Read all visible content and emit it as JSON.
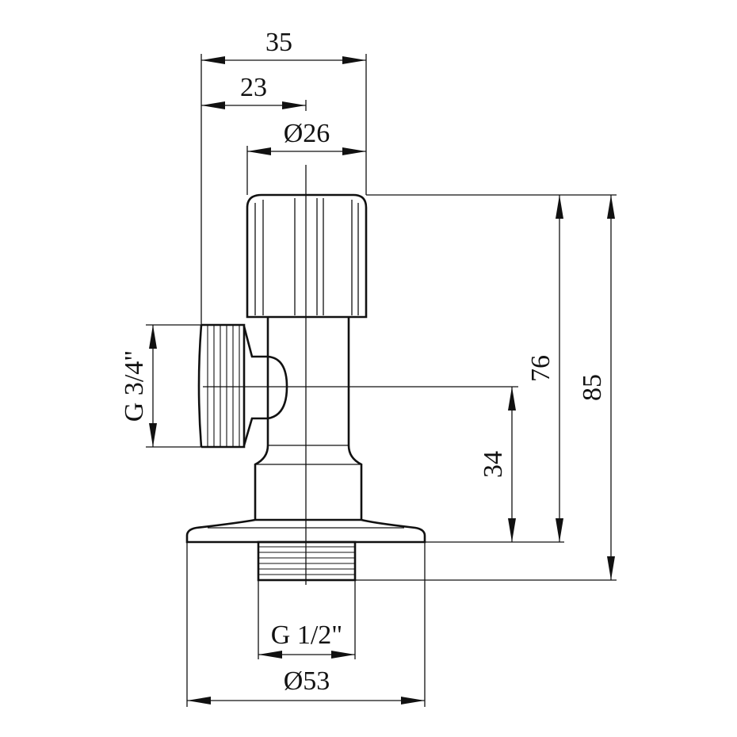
{
  "drawing": {
    "dimensions": {
      "overall_width": "35",
      "center_offset": "23",
      "handle_diameter": "Ø26",
      "inlet_thread": "G 3/4\"",
      "outlet_thread": "G 1/2\"",
      "flange_diameter": "Ø53",
      "height_to_outlet": "34",
      "height_to_flange": "76",
      "overall_height": "85"
    },
    "colors": {
      "line": "#111111",
      "background": "#ffffff"
    }
  }
}
